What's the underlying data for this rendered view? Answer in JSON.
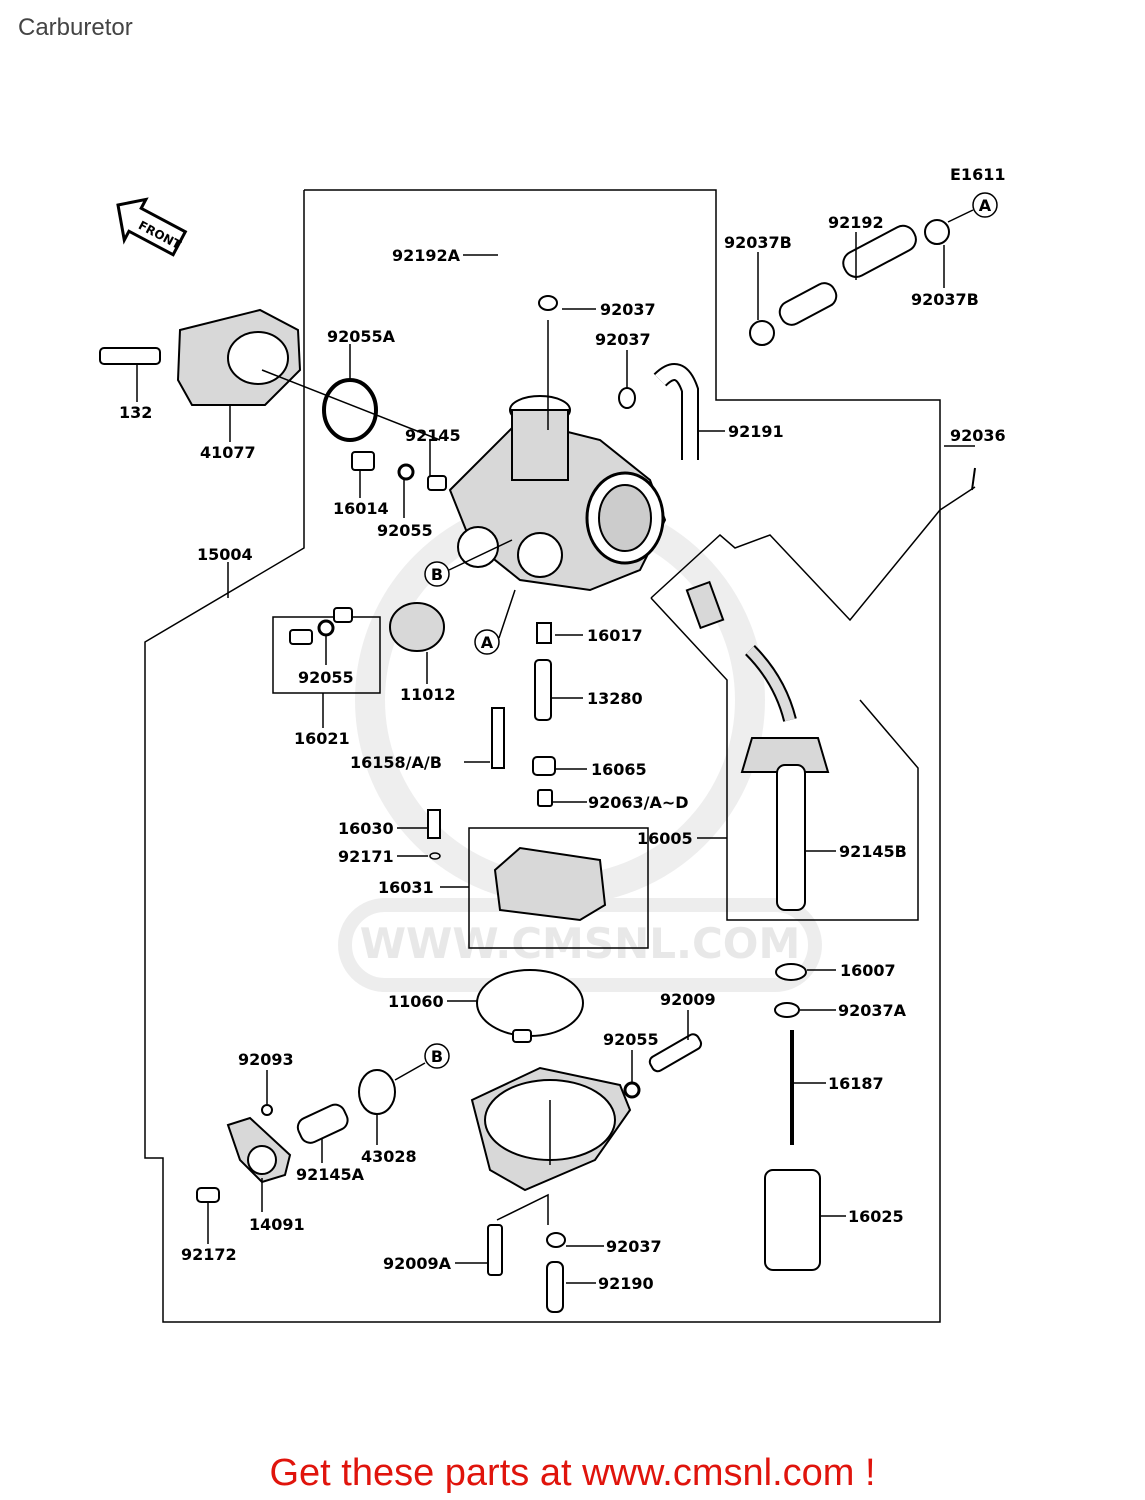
{
  "title": "Carburetor",
  "diagram_code": "E1611",
  "front_label": "FRONT",
  "watermark": "WWW.CMSNL.COM",
  "footer": "Get these parts at www.cmsnl.com !",
  "markers": {
    "a": "A",
    "b": "B"
  },
  "labels": {
    "p92192A": "92192A",
    "p92037_top": "92037",
    "p92037_mid": "92037",
    "p92191": "92191",
    "p92192": "92192",
    "p92037B_left": "92037B",
    "p92037B_right": "92037B",
    "p92036": "92036",
    "p132": "132",
    "p41077": "41077",
    "p92055A": "92055A",
    "p92145": "92145",
    "p16014": "16014",
    "p92055_mid": "92055",
    "p15004": "15004",
    "p92055_box": "92055",
    "p16021": "16021",
    "p11012": "11012",
    "p16017": "16017",
    "p13280": "13280",
    "p16158": "16158/A/B",
    "p16065": "16065",
    "p92063": "92063/A~D",
    "p16030": "16030",
    "p92171": "92171",
    "p16031": "16031",
    "p16005": "16005",
    "p92145B": "92145B",
    "p16007": "16007",
    "p92037A": "92037A",
    "p11060": "11060",
    "p92009": "92009",
    "p92055_low": "92055",
    "p16187": "16187",
    "p92093": "92093",
    "p43028": "43028",
    "p92145A": "92145A",
    "p14091": "14091",
    "p92172": "92172",
    "p16025": "16025",
    "p92009A": "92009A",
    "p92037_low": "92037",
    "p92190": "92190"
  }
}
